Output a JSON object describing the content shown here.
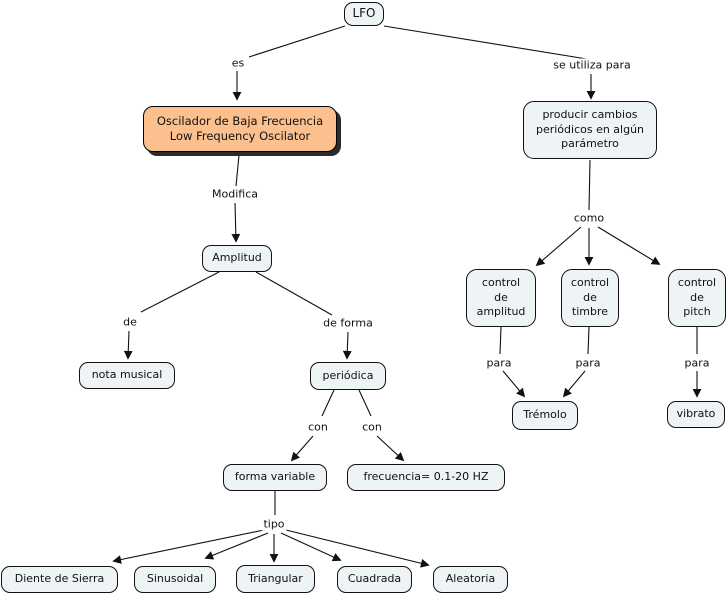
{
  "colors": {
    "background": "#ffffff",
    "node_fill": "#eef3f5",
    "highlight_fill": "#fbc08e",
    "border": "#111111",
    "line": "#111111"
  },
  "nodes": {
    "lfo": "LFO",
    "oscilador": "Oscilador de Baja Frecuencia\nLow Frequency Oscilator",
    "producir_cambios": "producir cambios\nperiódicos en algún\nparámetro",
    "amplitud": "Amplitud",
    "nota_musical": "nota musical",
    "periodica": "periódica",
    "forma_variable": "forma variable",
    "frecuencia": "frecuencia= 0.1-20 HZ",
    "diente_de_sierra": "Diente de Sierra",
    "sinusoidal": "Sinusoidal",
    "triangular": "Triangular",
    "cuadrada": "Cuadrada",
    "aleatoria": "Aleatoria",
    "control_amplitud": "control\nde\namplitud",
    "control_timbre": "control\nde\ntimbre",
    "control_pitch": "control\nde\npitch",
    "tremolo": "Trémolo",
    "vibrato": "vibrato"
  },
  "links": {
    "es": "es",
    "se_utiliza_para": "se utiliza para",
    "modifica": "Modifica",
    "de": "de",
    "de_forma": "de forma",
    "con_1": "con",
    "con_2": "con",
    "tipo": "tipo",
    "como": "como",
    "para_1": "para",
    "para_2": "para",
    "para_3": "para"
  }
}
